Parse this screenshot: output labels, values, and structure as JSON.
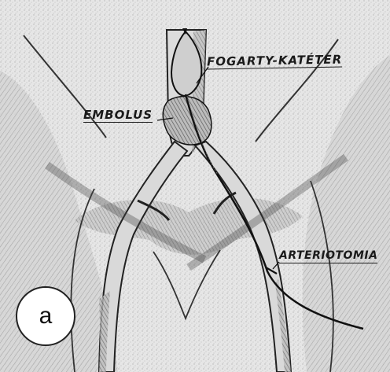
{
  "figure": {
    "labels": {
      "catheter": "FOGARTY-KATÉTER",
      "embolus": "EMBOLUS",
      "arteriotomy": "ARTERIOTOMIA"
    },
    "panel_letter": "a"
  },
  "colors": {
    "paper": "#e9e9e9",
    "ink": "#1a1a1a",
    "vessel_fill": "#d9d9d9",
    "shadow": "#8a8a8a"
  }
}
